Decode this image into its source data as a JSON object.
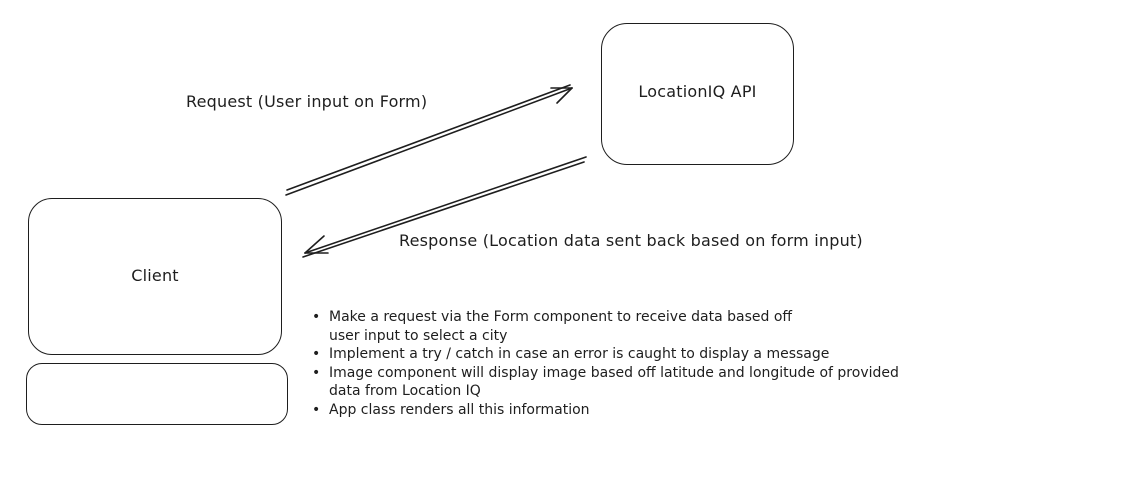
{
  "nodes": {
    "api": {
      "label": "LocationIQ API"
    },
    "client": {
      "label": "Client"
    }
  },
  "edges": {
    "request": {
      "label": "Request (User input on Form)"
    },
    "response": {
      "label": "Response (Location data sent back based on form input)"
    }
  },
  "notes": [
    [
      "Make a request via the Form component to receive data based off",
      "user input to select a city"
    ],
    [
      "Implement a try / catch in case an error is caught to display a message"
    ],
    [
      "Image component will display image based off latitude and longitude of provided",
      "data from Location IQ"
    ],
    [
      "App class renders all this information"
    ]
  ],
  "colors": {
    "stroke": "#1e1e1e",
    "background": "#ffffff"
  }
}
